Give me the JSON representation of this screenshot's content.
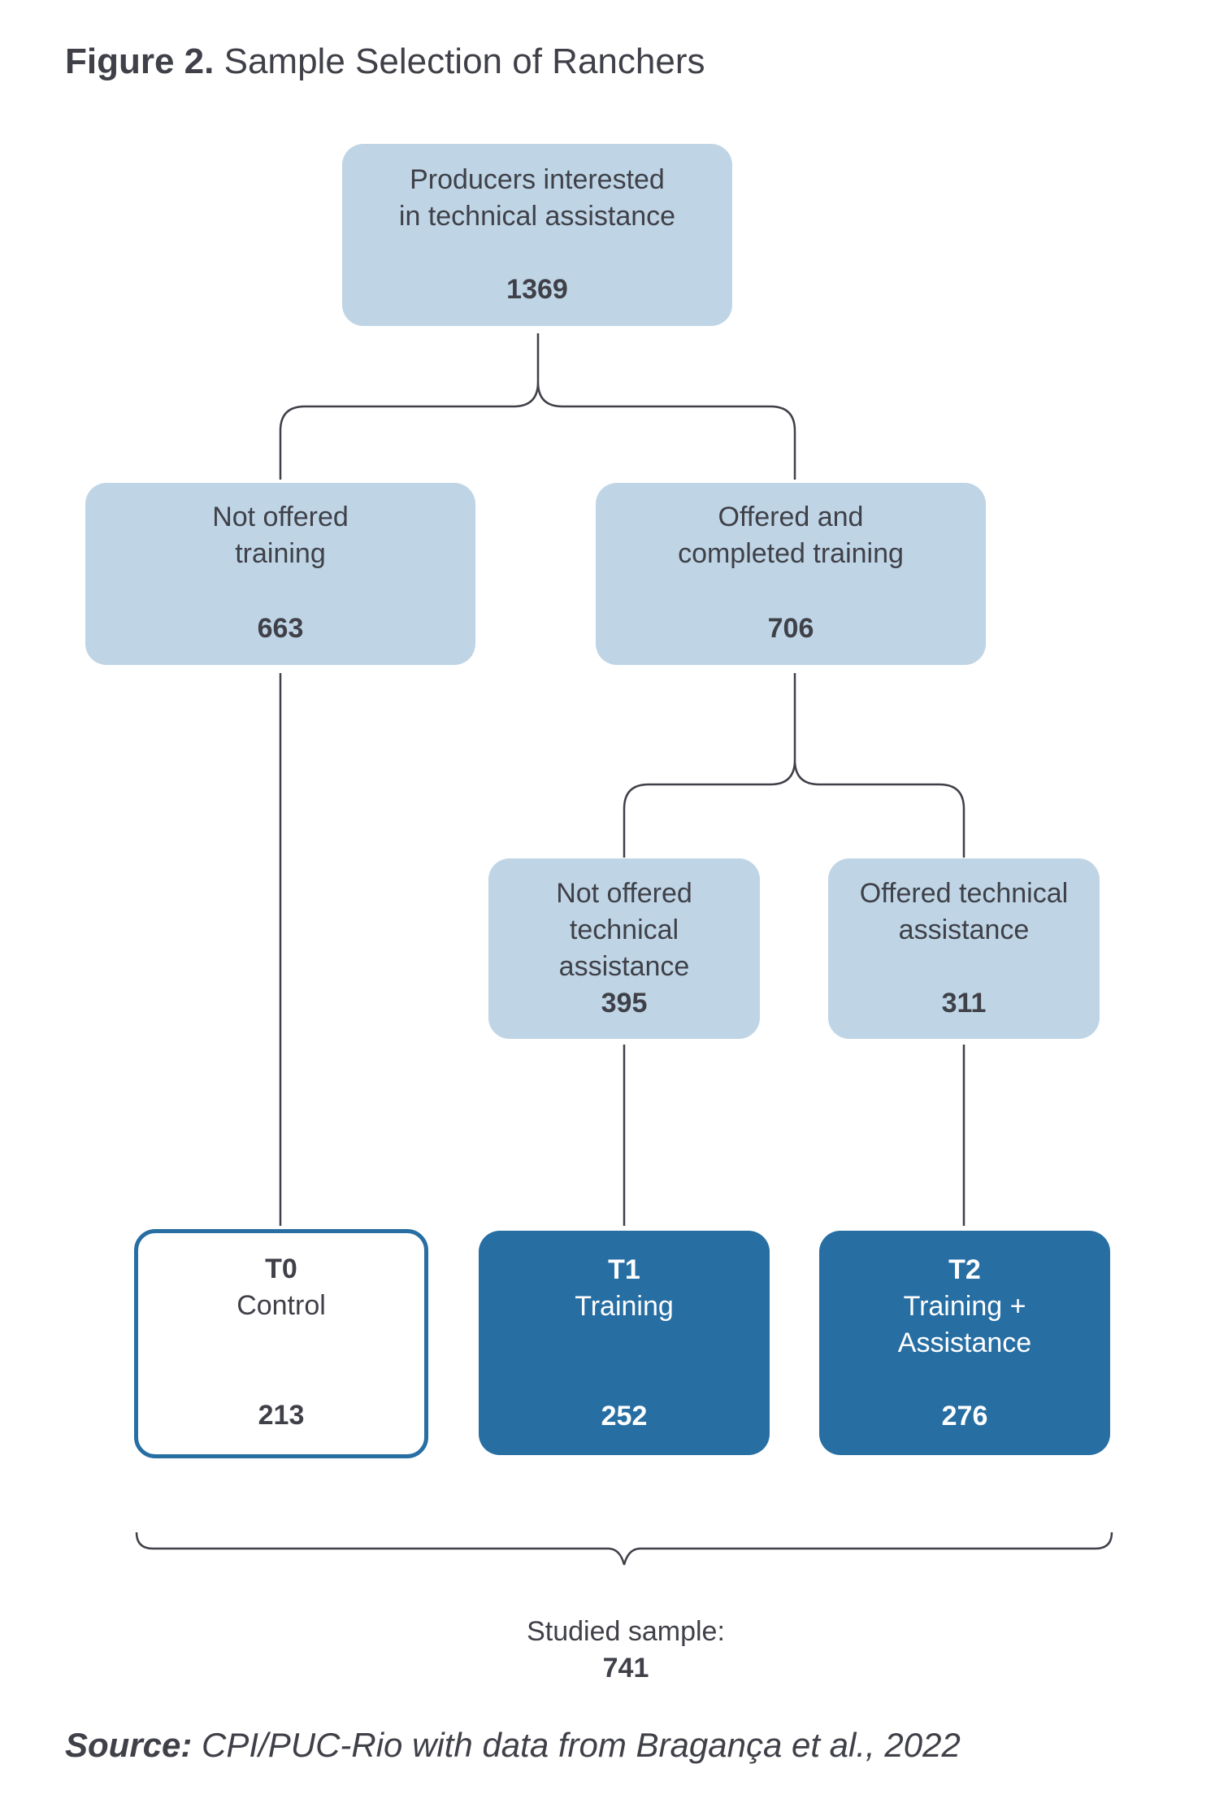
{
  "figure": {
    "label": "Figure 2.",
    "title": "Sample Selection of Ranchers"
  },
  "nodes": {
    "root": {
      "label": "Producers interested\nin technical assistance",
      "count": "1369"
    },
    "not_offered_training": {
      "label": "Not offered\ntraining",
      "count": "663"
    },
    "offered_completed_training": {
      "label": "Offered and\ncompleted training",
      "count": "706"
    },
    "not_offered_assistance": {
      "label": "Not offered\ntechnical\nassistance",
      "count": "395"
    },
    "offered_assistance": {
      "label": "Offered technical\nassistance",
      "count": "311"
    },
    "t0": {
      "code": "T0",
      "label": "Control",
      "count": "213"
    },
    "t1": {
      "code": "T1",
      "label": "Training",
      "count": "252"
    },
    "t2": {
      "code": "T2",
      "label": "Training +\nAssistance",
      "count": "276"
    }
  },
  "studied_sample": {
    "label": "Studied sample:",
    "count": "741"
  },
  "source": {
    "label": "Source:",
    "text": "CPI/PUC-Rio with data from Bragança et al., 2022"
  },
  "colors": {
    "light_box": "#bfd5e6",
    "dark_box": "#276ea3",
    "text": "#3f4048",
    "connector": "#3f4048"
  }
}
